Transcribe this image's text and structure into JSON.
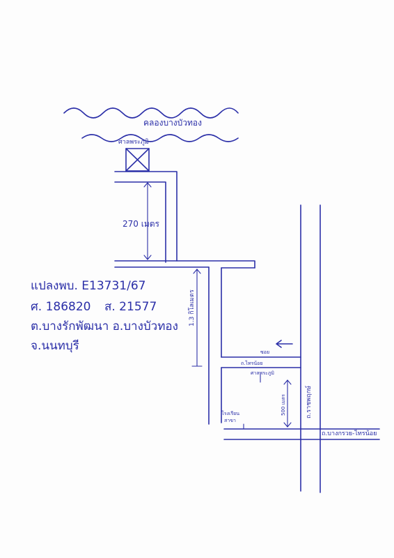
{
  "labels": {
    "canal": "คลองบางบัวทอง",
    "shrine": "ศาลพระภูมิ",
    "distance_1": "270 เมตร",
    "distance_2": "1.3 กิโลเมตร",
    "distance_3": "500 เมตร",
    "soi": "ซอย",
    "road_2": "ถ.ไทรน้อย",
    "road_vertical": "ถ.ราชพฤกษ์",
    "road_bottom": "ถ.บางกรวย-ไทรน้อย",
    "landmark_1": "ศาลพระภูมิ",
    "landmark_2": "โรงเรียน",
    "landmark_3": "สาขา"
  },
  "notes": {
    "line_1": "แปลงพบ. E13731/67",
    "line_2_left": "ศ. 186820",
    "line_2_right": "ส. 21577",
    "line_3": "ต.บางรักพัฒนา อ.บางบัวทอง",
    "line_4": "จ.นนทบุรี"
  },
  "colors": {
    "ink": "#2b2fa8",
    "paper": "#fdfdfd"
  }
}
